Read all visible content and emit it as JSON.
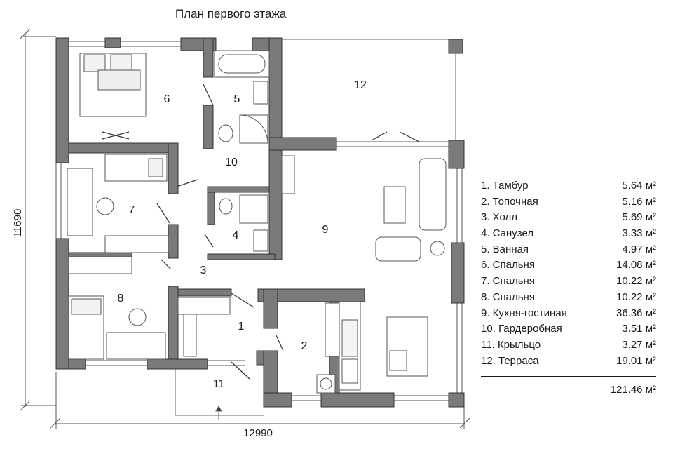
{
  "title": "План первого этажа",
  "dimensions": {
    "height": "11690",
    "width": "12990"
  },
  "room_labels": [
    "1",
    "2",
    "3",
    "4",
    "5",
    "6",
    "7",
    "8",
    "9",
    "10",
    "11",
    "12"
  ],
  "legend": [
    {
      "name": "1. Тамбур",
      "area": "5.64 м²"
    },
    {
      "name": "2. Топочная",
      "area": "5.16 м²"
    },
    {
      "name": "3. Холл",
      "area": "5.69 м²"
    },
    {
      "name": "4. Санузел",
      "area": "3.33 м²"
    },
    {
      "name": "5. Ванная",
      "area": "4.97 м²"
    },
    {
      "name": "6. Спальня",
      "area": "14.08 м²"
    },
    {
      "name": "7. Спальня",
      "area": "10.22 м²"
    },
    {
      "name": "8. Спальня",
      "area": "10.22 м²"
    },
    {
      "name": "9. Кухня-гостиная",
      "area": "36.36 м²"
    },
    {
      "name": "10. Гардеробная",
      "area": "3.51 м²"
    },
    {
      "name": "11. Крыльцо",
      "area": "3.27 м²"
    },
    {
      "name": "12. Терраса",
      "area": "19.01 м²"
    }
  ],
  "total_area": "121.46 м²",
  "colors": {
    "wall": "#7a7a7a",
    "wall_stroke": "#333333",
    "line": "#555555"
  }
}
